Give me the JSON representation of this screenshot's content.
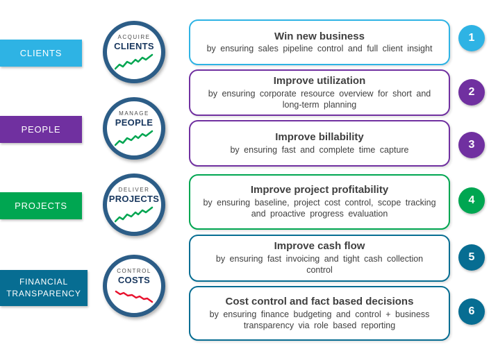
{
  "colors": {
    "cyan": "#2EB3E4",
    "purple": "#7030A0",
    "green": "#00A651",
    "teal": "#076D92",
    "badge_border": "#2C5D87",
    "trend_up": "#00A651",
    "trend_down": "#E8112D",
    "text": "#3F3F3F"
  },
  "categories": [
    {
      "label": "CLIENTS",
      "badge_top": "ACQUIRE",
      "badge_main": "CLIENTS",
      "trend": "up",
      "color": "#2EB3E4"
    },
    {
      "label": "PEOPLE",
      "badge_top": "MANAGE",
      "badge_main": "PEOPLE",
      "trend": "up",
      "color": "#7030A0"
    },
    {
      "label": "PROJECTS",
      "badge_top": "DELIVER",
      "badge_main": "PROJECTS",
      "trend": "up",
      "color": "#00A651"
    },
    {
      "label": "FINANCIAL TRANSPARENCY",
      "badge_top": "CONTROL",
      "badge_main": "COSTS",
      "trend": "down",
      "color": "#076D92"
    }
  ],
  "benefits": [
    {
      "number": "1",
      "title": "Win new business",
      "description": "by ensuring sales pipeline control and full client insight",
      "color": "#2EB3E4"
    },
    {
      "number": "2",
      "title": "Improve utilization",
      "description": "by ensuring corporate resource overview for short and long-term planning",
      "color": "#7030A0"
    },
    {
      "number": "3",
      "title": "Improve billability",
      "description": "by ensuring fast and complete time capture",
      "color": "#7030A0"
    },
    {
      "number": "4",
      "title": "Improve project profitability",
      "description": "by ensuring baseline, project cost control, scope tracking and proactive progress evaluation",
      "color": "#00A651"
    },
    {
      "number": "5",
      "title": "Improve cash flow",
      "description": "by ensuring fast invoicing and tight cash collection control",
      "color": "#076D92"
    },
    {
      "number": "6",
      "title": "Cost control and fact based decisions",
      "description": "by ensuring finance budgeting and control + business transparency via role based reporting",
      "color": "#076D92"
    }
  ]
}
